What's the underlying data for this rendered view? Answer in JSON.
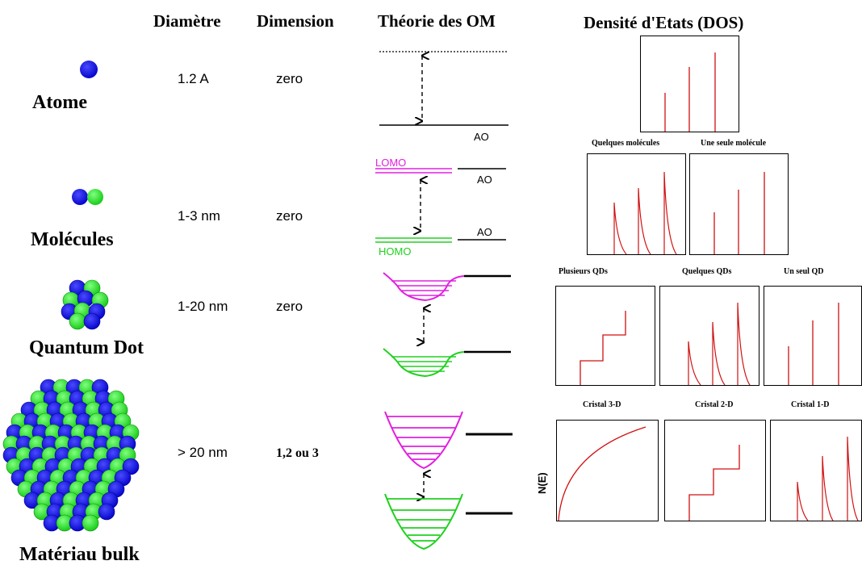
{
  "headers": {
    "diameter": "Diamètre",
    "dimension": "Dimension",
    "theory": "Théorie des OM",
    "dos": "Densité d'Etats (DOS)"
  },
  "rows": [
    {
      "name": "Atome",
      "diameter": "1.2 A",
      "dimension": "zero"
    },
    {
      "name": "Molécules",
      "diameter": "1-3 nm",
      "dimension": "zero"
    },
    {
      "name": "Quantum Dot",
      "diameter": "1-20 nm",
      "dimension": "zero"
    },
    {
      "name": "Matériau bulk",
      "diameter": "> 20 nm",
      "dimension": "1,2 ou 3"
    }
  ],
  "om_labels": {
    "ao_1": "AO",
    "ao_2": "AO",
    "ao_3": "AO",
    "lomo": "LOMO",
    "homo": "HOMO"
  },
  "dos_titles": {
    "few_molecules": "Quelques molécules",
    "single_molecule": "Une seule molécule",
    "several_qds": "Plusieurs QDs",
    "few_qds": "Quelques QDs",
    "single_qd": "Un seul QD",
    "crystal_3d": "Cristal 3-D",
    "crystal_2d": "Cristal 2-D",
    "crystal_1d": "Cristal 1-D"
  },
  "dos_axis_label": "N(E)",
  "colors": {
    "atom_blue": "#1010e0",
    "atom_green": "#20e020",
    "lumo_magenta": "#e020e0",
    "homo_green": "#20d020",
    "dos_red": "#d01010"
  }
}
